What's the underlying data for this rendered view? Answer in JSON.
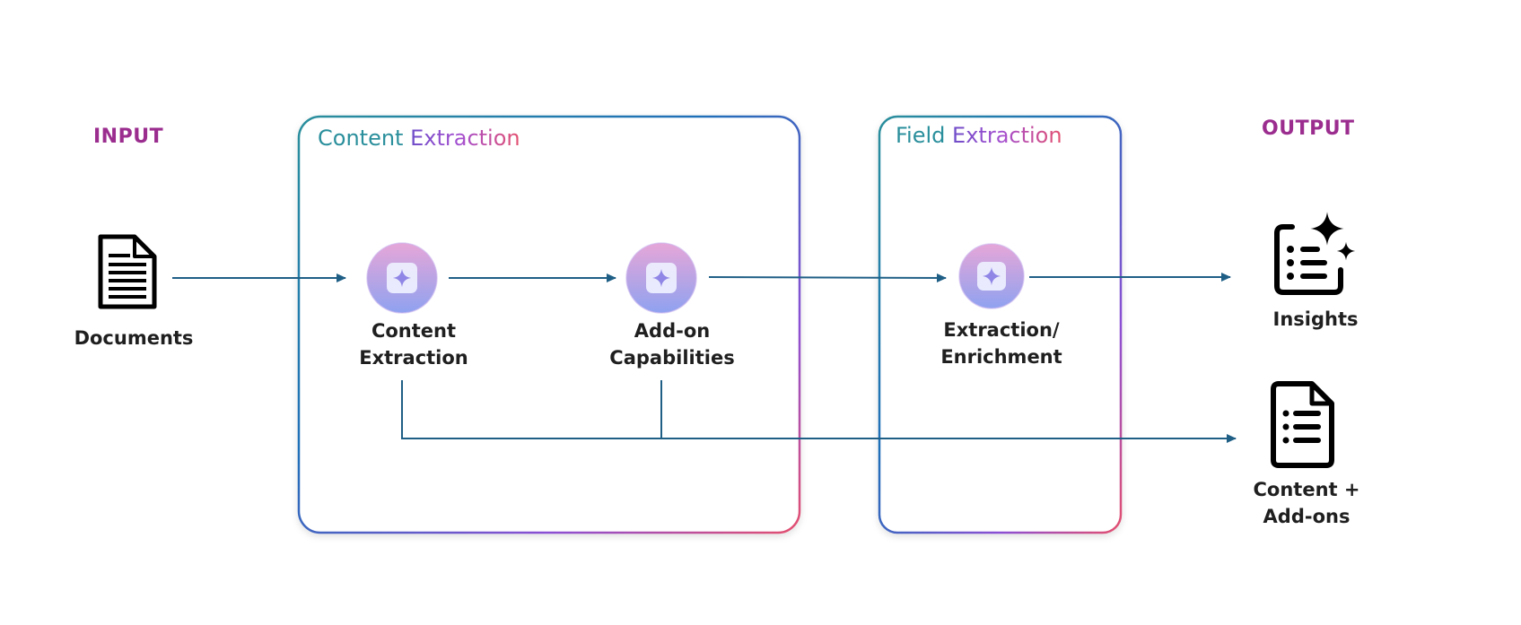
{
  "input": {
    "heading": "INPUT",
    "documents_label": "Documents"
  },
  "output": {
    "heading": "OUTPUT",
    "insights_label": "Insights",
    "content_label_line1": "Content +",
    "content_label_line2": "Add-ons"
  },
  "content_extraction_box": {
    "title_word1": "Content",
    "title_word2": "Extraction",
    "node_content": {
      "line1": "Content",
      "line2": "Extraction",
      "icon": "sparkle-icon"
    },
    "node_addon": {
      "line1": "Add-on",
      "line2": "Capabilities",
      "icon": "sparkle-icon"
    }
  },
  "field_extraction_box": {
    "title_word1": "Field",
    "title_word2": "Extraction",
    "node_enrich": {
      "line1": "Extraction/",
      "line2": "Enrichment",
      "icon": "sparkle-icon"
    }
  },
  "colors": {
    "heading": "#9b2d8f",
    "arrow": "#1f5f86",
    "box_gradient": [
      "#2a8f9c",
      "#1f6fb8",
      "#8b4fd4",
      "#e4506f"
    ],
    "node_gradient": [
      "#e6a6d8",
      "#8fa2f0"
    ]
  }
}
